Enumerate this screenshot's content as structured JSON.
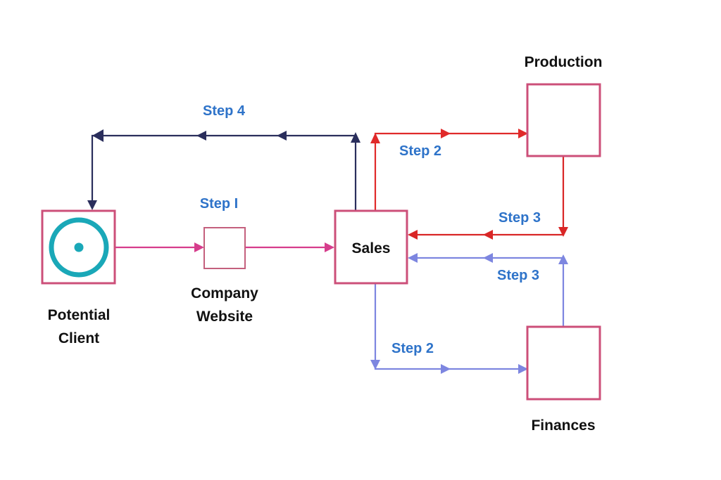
{
  "nodes": {
    "potential_client": {
      "line1": "Potential",
      "line2": "Client"
    },
    "company_website": {
      "line1": "Company",
      "line2": "Website"
    },
    "sales": {
      "label": "Sales"
    },
    "production": {
      "label": "Production"
    },
    "finances": {
      "label": "Finances"
    }
  },
  "steps": {
    "step1": "Step I",
    "step2_production": "Step 2",
    "step2_finances": "Step 2",
    "step3_production": "Step 3",
    "step3_finances": "Step 3",
    "step4": "Step 4"
  },
  "edges": [
    {
      "from": "Potential Client",
      "to": "Company Website",
      "label": "Step I"
    },
    {
      "from": "Company Website",
      "to": "Sales",
      "label": "Step I"
    },
    {
      "from": "Sales",
      "to": "Production",
      "label": "Step 2"
    },
    {
      "from": "Sales",
      "to": "Finances",
      "label": "Step 2"
    },
    {
      "from": "Production",
      "to": "Sales",
      "label": "Step 3"
    },
    {
      "from": "Finances",
      "to": "Sales",
      "label": "Step 3"
    },
    {
      "from": "Sales",
      "to": "Potential Client",
      "label": "Step 4"
    }
  ],
  "colors": {
    "box_stroke": "#cc4f79",
    "client_icon": "#1aa8b8",
    "step1_line": "#d63d8c",
    "step2_production_line": "#e02a2a",
    "step3_production_line": "#d92626",
    "finances_line": "#7d86e0",
    "step4_line": "#2a2e5c",
    "step_text": "#2e73c9"
  }
}
